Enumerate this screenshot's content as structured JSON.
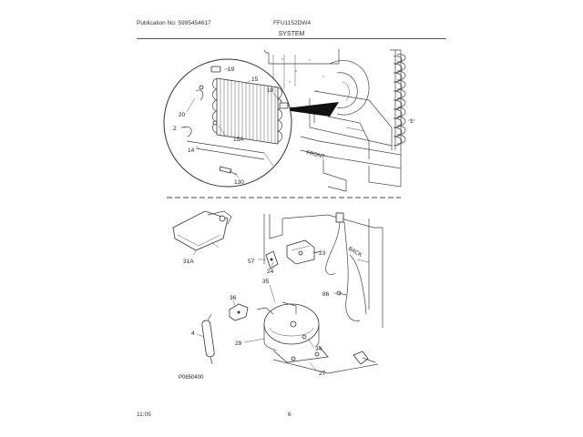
{
  "header": {
    "publication": "Publication No: 5995454617",
    "model": "FFU1152DW4",
    "section": "SYSTEM"
  },
  "upper_callouts": {
    "c19": "19",
    "c15": "15",
    "c18": "18",
    "c20": "20",
    "c2": "2",
    "c15a": "15A",
    "c14": "14",
    "c130": "130",
    "c1": "1",
    "front": "FRONT"
  },
  "lower_callouts": {
    "c31a": "31A",
    "c57": "57",
    "c24": "24",
    "c23": "23",
    "back": "BACK",
    "c35": "35",
    "c36": "36",
    "c86": "86",
    "c4": "4",
    "c29": "29",
    "c34": "34",
    "c27": "27"
  },
  "figure_code": "P0850400",
  "footer": {
    "time": "11:05",
    "page": "6"
  }
}
